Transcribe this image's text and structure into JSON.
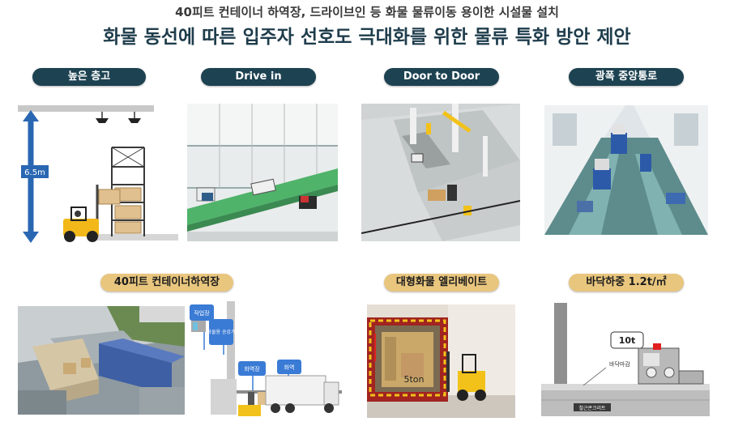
{
  "header": {
    "subtitle": "40피트 컨테이너 하역장, 드라이브인 등 화물 물류이동 용이한 시설물 설치",
    "title": "화물 동선에 따른 입주자 선호도 극대화를 위한 물류 특화 방안 제안"
  },
  "features_top": [
    {
      "label": "높은 층고"
    },
    {
      "label": "Drive in"
    },
    {
      "label": "Door to Door"
    },
    {
      "label": "광폭 중앙통로"
    }
  ],
  "features_bottom": [
    {
      "label": "40피트 컨테이너하역장"
    },
    {
      "label": "대형화물 엘리베이트"
    },
    {
      "label": "바닥하중 1.2t/㎡"
    }
  ],
  "illustrations": {
    "ceiling_height": "6.5m",
    "dock_tags": [
      "작업장",
      "화물용 승강기",
      "화역장",
      "화역"
    ],
    "elevator_capacity": "5ton",
    "floor_load_weight": "10t",
    "floor_slab_label": "바닥마감",
    "concrete_label": "철근콘크리트"
  },
  "colors": {
    "pill_dark": "#1d4251",
    "pill_gold": "#e9c67e",
    "title": "#1f3d4c"
  }
}
